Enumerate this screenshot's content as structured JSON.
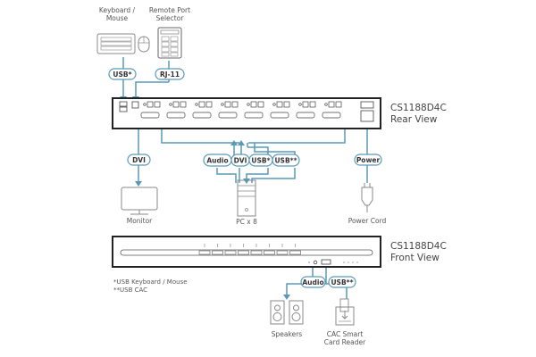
{
  "colors": {
    "line": "#5a9ab8",
    "device_stroke": "#333333",
    "icon_stroke": "#888888",
    "pill_stroke": "#5a9ab8"
  },
  "devices": {
    "keyboard_mouse": "Keyboard /\nMouse",
    "keyboard_mouse_line1": "Keyboard /",
    "keyboard_mouse_line2": "Mouse",
    "remote_port_line1": "Remote Port",
    "remote_port_line2": "Selector",
    "monitor": "Monitor",
    "pc": "PC x 8",
    "power_cord": "Power Cord",
    "speakers": "Speakers",
    "cac_line1": "CAC Smart",
    "cac_line2": "Card Reader"
  },
  "rear_view": {
    "model": "CS1188D4C",
    "view": "Rear View"
  },
  "front_view": {
    "model": "CS1188D4C",
    "view": "Front View"
  },
  "connectors": {
    "usb_kbd": "USB*",
    "rj11": "RJ-11",
    "dvi_out": "DVI",
    "audio_in": "Audio",
    "dvi_in": "DVI",
    "usb_star": "USB*",
    "usb_double": "USB**",
    "power": "Power",
    "front_audio": "Audio",
    "front_usb": "USB**"
  },
  "notes": {
    "note1": "*USB Keyboard / Mouse",
    "note2": "**USB CAC"
  }
}
